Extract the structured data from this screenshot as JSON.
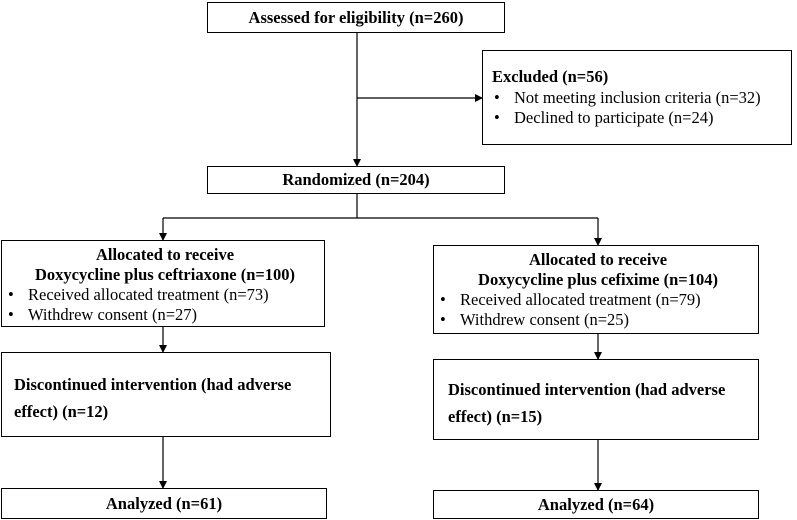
{
  "assessed": {
    "text": "Assessed for eligibility (n=260)"
  },
  "excluded": {
    "title": "Excluded (n=56)",
    "items": [
      "Not meeting inclusion criteria (n=32)",
      "Declined to participate (n=24)"
    ]
  },
  "randomized": {
    "text": "Randomized (n=204)"
  },
  "left_arm": {
    "title_line1": "Allocated to receive",
    "title_line2": "Doxycycline plus ceftriaxone (n=100)",
    "items": [
      "Received allocated treatment (n=73)",
      "Withdrew consent (n=27)"
    ],
    "discontinued": "Discontinued intervention (had adverse effect) (n=12)",
    "analyzed": "Analyzed (n=61)"
  },
  "right_arm": {
    "title_line1": "Allocated to receive",
    "title_line2": "Doxycycline plus cefixime (n=104)",
    "items": [
      "Received allocated treatment (n=79)",
      "Withdrew consent (n=25)"
    ],
    "discontinued": "Discontinued intervention (had adverse effect) (n=15)",
    "analyzed": "Analyzed (n=64)"
  }
}
